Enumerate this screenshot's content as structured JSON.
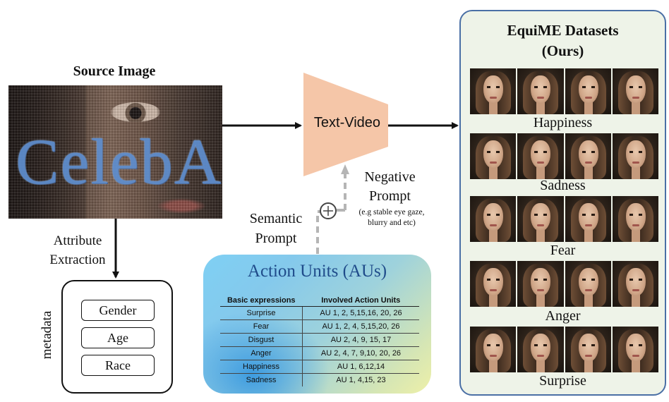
{
  "source": {
    "title": "Source Image",
    "logo_text": "CelebA"
  },
  "attribute_extraction": {
    "line1": "Attribute",
    "line2": "Extraction"
  },
  "metadata": {
    "label": "metadata",
    "items": [
      "Gender",
      "Age",
      "Race"
    ]
  },
  "model": {
    "label": "Text-Video"
  },
  "negative_prompt": {
    "line1": "Negative",
    "line2": "Prompt",
    "example_line1": "(e.g stable eye gaze,",
    "example_line2": "blurry and etc)"
  },
  "semantic_prompt": {
    "line1": "Semantic",
    "line2": "Prompt"
  },
  "action_units": {
    "title": "Action Units (AUs)",
    "headers": [
      "Basic expressions",
      "Involved Action Units"
    ],
    "rows": [
      [
        "Surprise",
        "AU 1, 2, 5,15,16, 20, 26"
      ],
      [
        "Fear",
        "AU  1, 2, 4, 5,15,20, 26"
      ],
      [
        "Disgust",
        "AU 2, 4, 9, 15, 17"
      ],
      [
        "Anger",
        "AU  2, 4, 7, 9,10, 20, 26"
      ],
      [
        "Happiness",
        "AU 1, 6,12,14"
      ],
      [
        "Sadness",
        "AU 1, 4,15, 23"
      ]
    ]
  },
  "datasets": {
    "title_line1": "EquiME Datasets",
    "title_line2": "(Ours)",
    "emotions": [
      "Happiness",
      "Sadness",
      "Fear",
      "Anger",
      "Surprise"
    ]
  },
  "colors": {
    "trapezoid": "#f5c6a8",
    "panel_border": "#4a6fa5",
    "panel_bg": "#eef3e8",
    "au_title": "#1f4b8a",
    "dashed_arrow": "#b5b5b5"
  }
}
